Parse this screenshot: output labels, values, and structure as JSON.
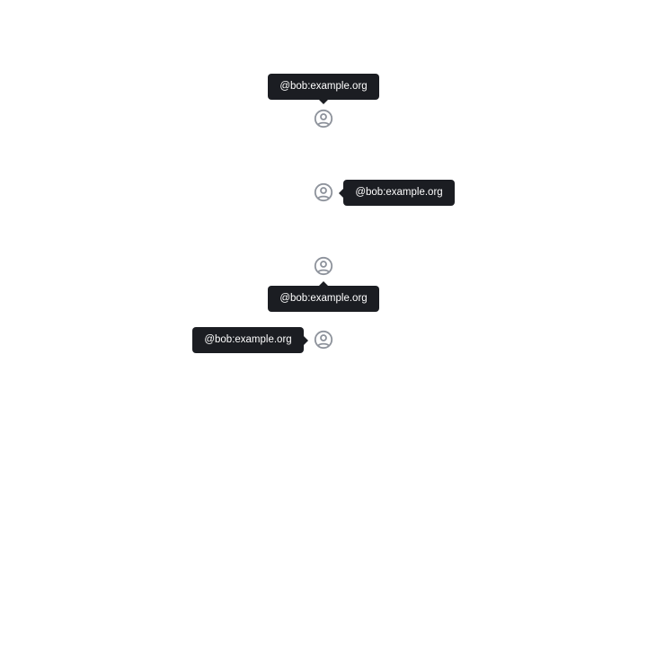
{
  "colors": {
    "tooltip_background": "#1b1d22",
    "tooltip_text": "#ffffff",
    "icon": "#8d929b",
    "page_background": "#ffffff"
  },
  "icon_name": "user-avatar-icon",
  "examples": [
    {
      "placement": "top",
      "tooltip_text": "@bob:example.org"
    },
    {
      "placement": "right",
      "tooltip_text": "@bob:example.org"
    },
    {
      "placement": "bottom",
      "tooltip_text": "@bob:example.org"
    },
    {
      "placement": "left",
      "tooltip_text": "@bob:example.org"
    }
  ]
}
